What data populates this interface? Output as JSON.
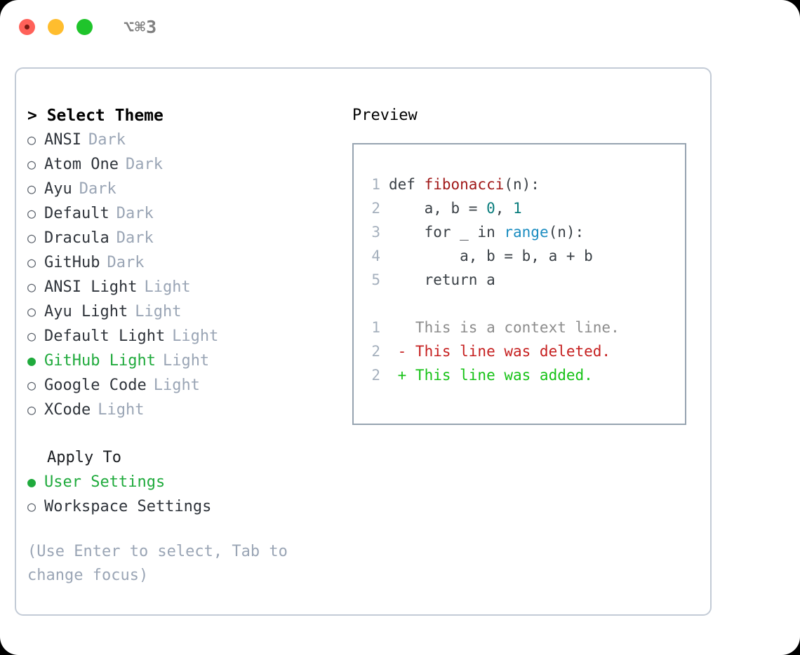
{
  "window": {
    "shortcut": "⌥⌘3",
    "traffic_lights": [
      "close",
      "minimize",
      "maximize"
    ]
  },
  "left": {
    "heading": "> Select Theme",
    "themes": [
      {
        "marker": "○",
        "name": "ANSI",
        "variant": "Dark",
        "selected": false
      },
      {
        "marker": "○",
        "name": "Atom One",
        "variant": "Dark",
        "selected": false
      },
      {
        "marker": "○",
        "name": "Ayu",
        "variant": "Dark",
        "selected": false
      },
      {
        "marker": "○",
        "name": "Default",
        "variant": "Dark",
        "selected": false
      },
      {
        "marker": "○",
        "name": "Dracula",
        "variant": "Dark",
        "selected": false
      },
      {
        "marker": "○",
        "name": "GitHub",
        "variant": "Dark",
        "selected": false
      },
      {
        "marker": "○",
        "name": "ANSI Light",
        "variant": "Light",
        "selected": false
      },
      {
        "marker": "○",
        "name": "Ayu Light",
        "variant": "Light",
        "selected": false
      },
      {
        "marker": "○",
        "name": "Default Light",
        "variant": "Light",
        "selected": false
      },
      {
        "marker": "●",
        "name": "GitHub Light",
        "variant": "Light",
        "selected": true
      },
      {
        "marker": "○",
        "name": "Google Code",
        "variant": "Light",
        "selected": false
      },
      {
        "marker": "○",
        "name": "XCode",
        "variant": "Light",
        "selected": false
      }
    ],
    "apply_to": {
      "heading": "Apply To",
      "options": [
        {
          "marker": "●",
          "label": "User Settings",
          "selected": true
        },
        {
          "marker": "○",
          "label": "Workspace Settings",
          "selected": false
        }
      ]
    },
    "hint": "(Use Enter to select, Tab to change focus)"
  },
  "right": {
    "title": "Preview",
    "code_lines": [
      {
        "ln": "1",
        "parts": [
          {
            "t": "def ",
            "cls": "code-text"
          },
          {
            "t": "fibonacci",
            "cls": "tok-fn"
          },
          {
            "t": "(n):",
            "cls": "code-text"
          }
        ]
      },
      {
        "ln": "2",
        "parts": [
          {
            "t": "    a, b = ",
            "cls": "code-text"
          },
          {
            "t": "0",
            "cls": "tok-num"
          },
          {
            "t": ", ",
            "cls": "code-text"
          },
          {
            "t": "1",
            "cls": "tok-num"
          }
        ]
      },
      {
        "ln": "3",
        "parts": [
          {
            "t": "    for _ in ",
            "cls": "code-text"
          },
          {
            "t": "range",
            "cls": "tok-call"
          },
          {
            "t": "(n):",
            "cls": "code-text"
          }
        ]
      },
      {
        "ln": "4",
        "parts": [
          {
            "t": "        a, b = b, a + b",
            "cls": "code-text"
          }
        ]
      },
      {
        "ln": "5",
        "parts": [
          {
            "t": "    return a",
            "cls": "code-text"
          }
        ]
      }
    ],
    "diff_lines": [
      {
        "ln": "1",
        "text": "   This is a context line.",
        "cls": "diff-context"
      },
      {
        "ln": "2",
        "text": " - This line was deleted.",
        "cls": "diff-del"
      },
      {
        "ln": "2",
        "text": " + This line was added.",
        "cls": "diff-add"
      }
    ]
  },
  "colors": {
    "accent_green": "#1faa3c",
    "diff_add": "#16c216",
    "diff_del": "#c62020",
    "muted": "#9aa5b5",
    "border": "#96a3b0",
    "panel_border": "#c3cbd6"
  }
}
